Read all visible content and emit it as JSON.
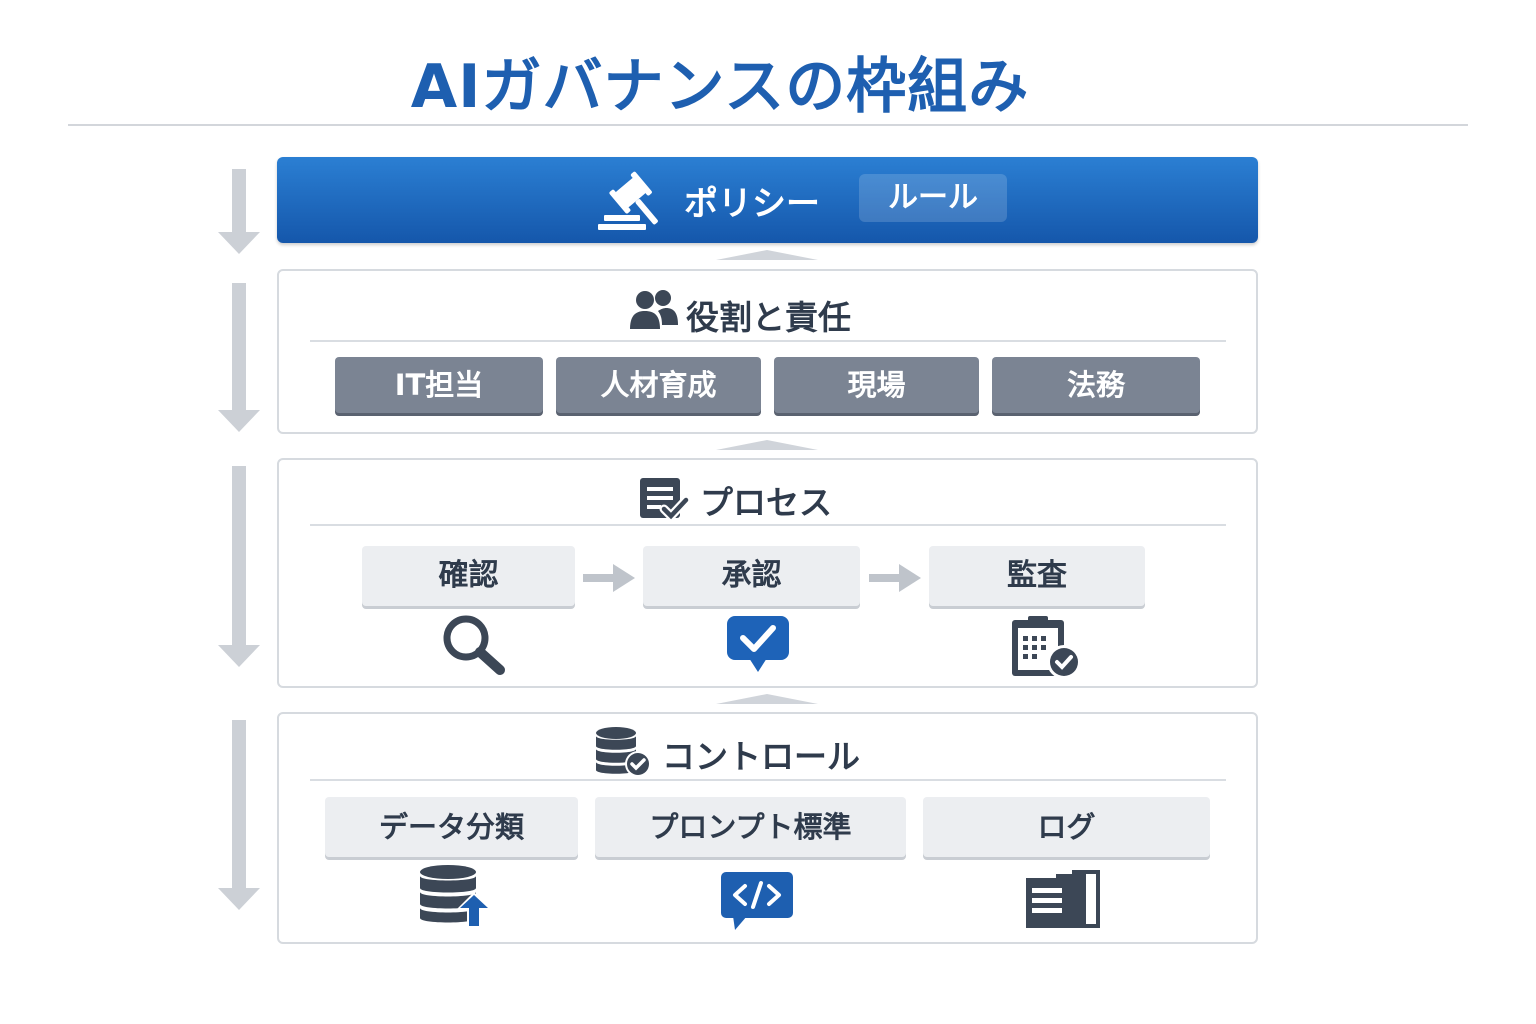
{
  "title": "AIガバナンスの枠組み",
  "policy": {
    "label": "ポリシー",
    "chip": "ルール",
    "icon": "gavel-icon"
  },
  "roles": {
    "heading": "役割と責任",
    "icon": "people-icon",
    "items": [
      "IT担当",
      "人材育成",
      "現場",
      "法務"
    ]
  },
  "process": {
    "heading": "プロセス",
    "icon": "checklist-icon",
    "steps": [
      {
        "label": "確認",
        "icon": "magnifier-icon"
      },
      {
        "label": "承認",
        "icon": "approval-check-icon"
      },
      {
        "label": "監査",
        "icon": "audit-clipboard-icon"
      }
    ]
  },
  "control": {
    "heading": "コントロール",
    "icon": "database-check-icon",
    "items": [
      {
        "label": "データ分類",
        "icon": "database-upload-icon"
      },
      {
        "label": "プロンプト標準",
        "icon": "code-bubble-icon"
      },
      {
        "label": "ログ",
        "icon": "log-documents-icon"
      }
    ]
  },
  "colors": {
    "accent": "#1e5fb0",
    "banner": "#1a66bf",
    "role_chip": "#7b8493",
    "light_box": "#eceef1",
    "icon_dark": "#3c4756",
    "arrow": "#ccd0d6"
  }
}
